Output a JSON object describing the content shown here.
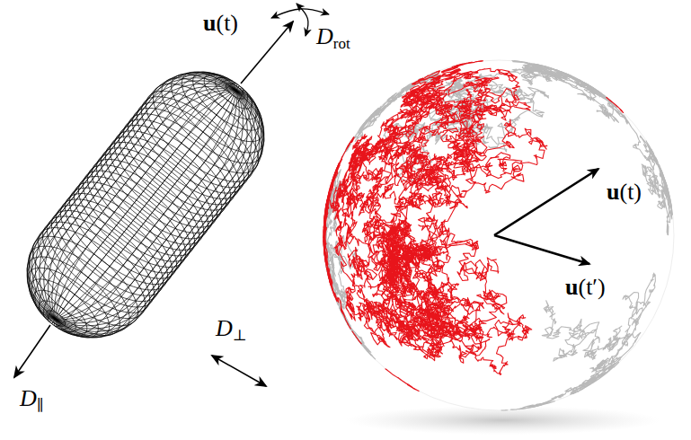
{
  "diagram": {
    "labels": [
      "u(t)",
      "Drot",
      "D⊥",
      "D∥",
      "u(t)",
      "u(t′)"
    ]
  }
}
